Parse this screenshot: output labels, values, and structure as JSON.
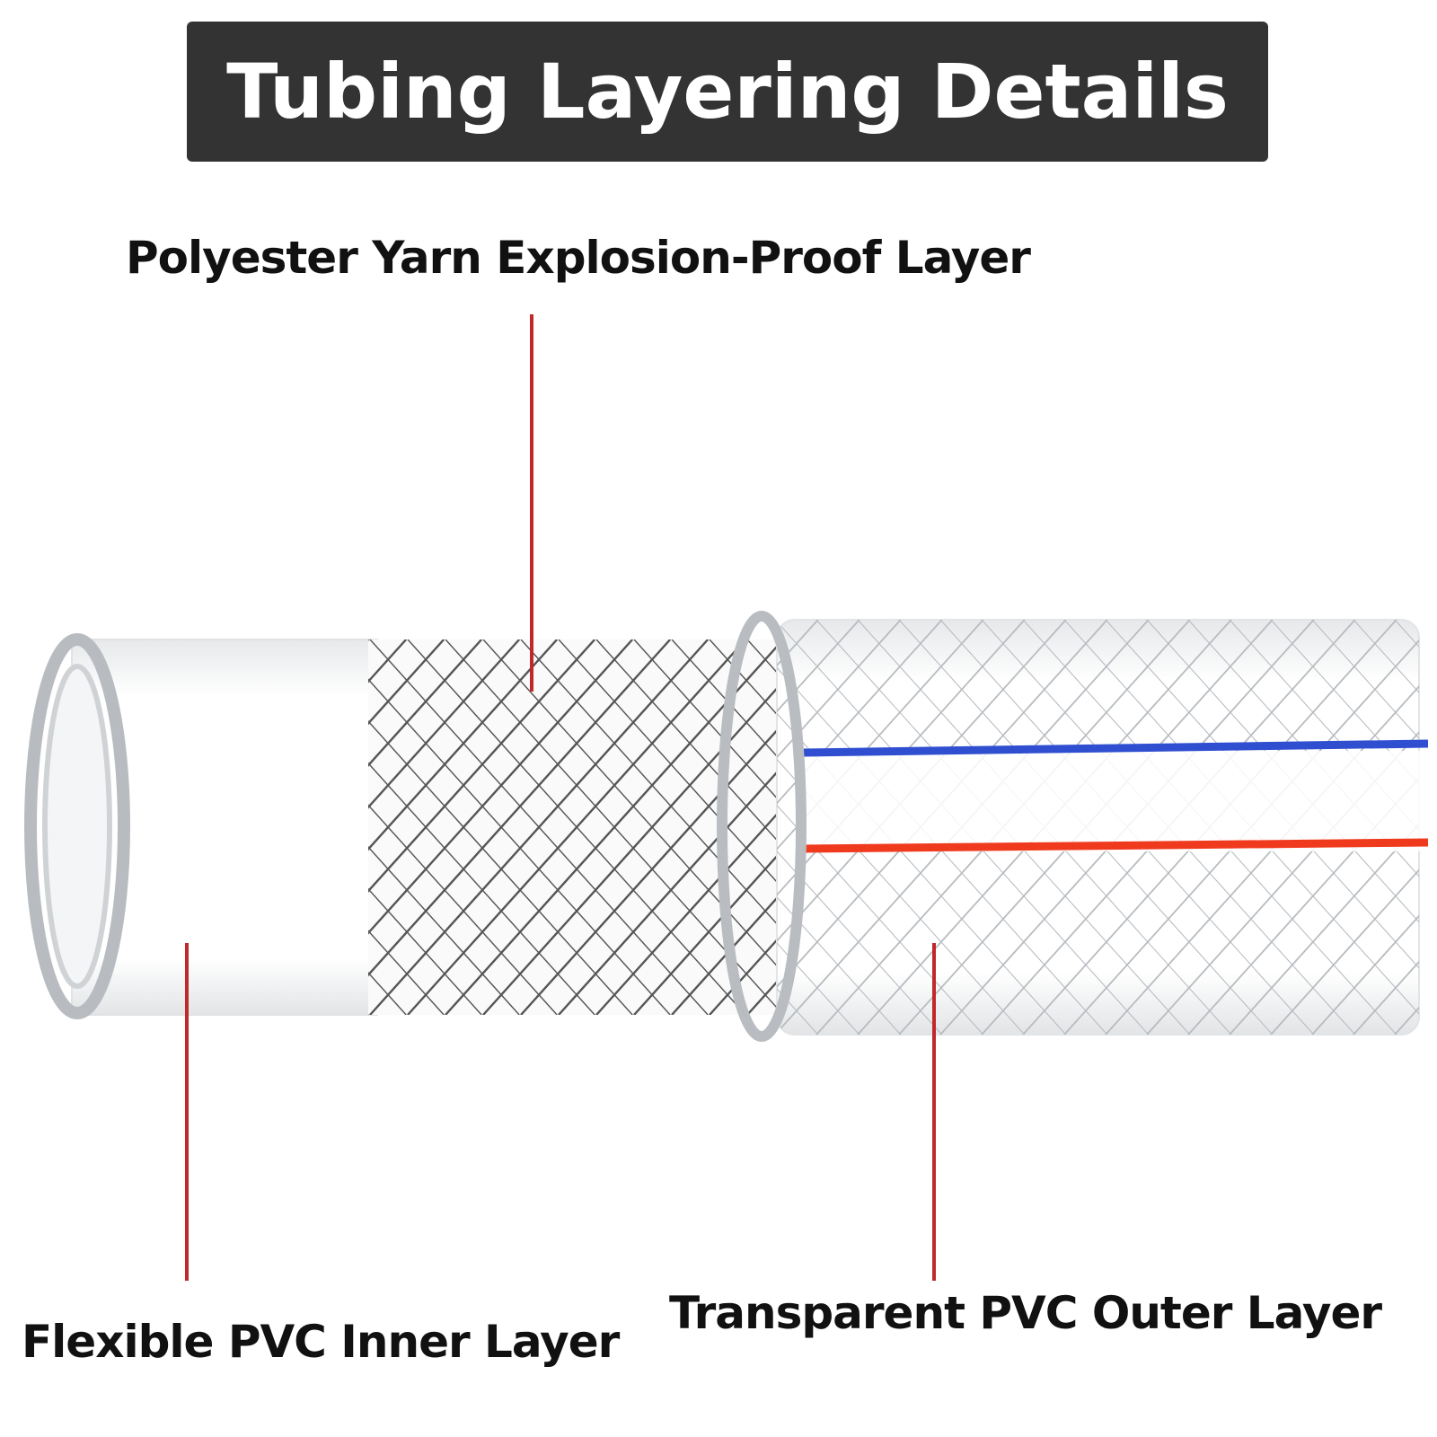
{
  "title": "Tubing Layering Details",
  "labels": {
    "yarn_layer": "Polyester Yarn Explosion-Proof Layer",
    "inner_layer": "Flexible PVC Inner Layer",
    "outer_layer": "Transparent PVC Outer Layer"
  },
  "colors": {
    "title_background": "#333333",
    "leader_line": "#c0282a",
    "stripe_blue": "#2f4fd0",
    "stripe_red": "#f03a1e"
  }
}
